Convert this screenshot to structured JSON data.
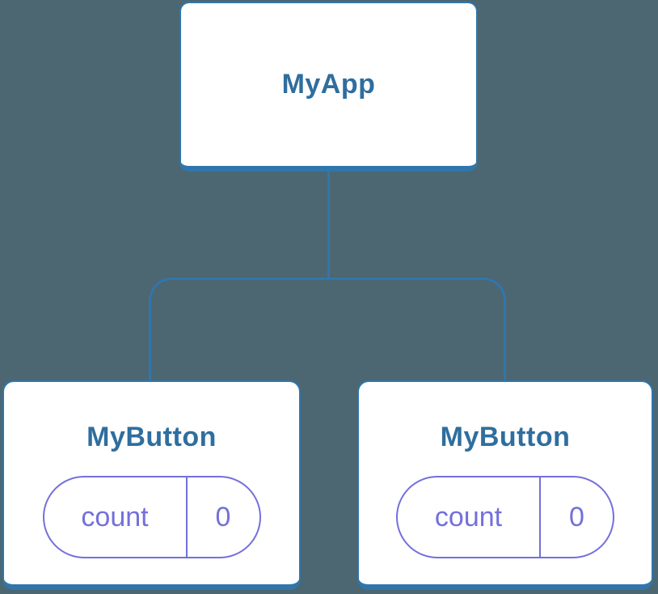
{
  "diagram": {
    "type": "component-tree",
    "root": {
      "label": "MyApp"
    },
    "children": [
      {
        "label": "MyButton",
        "state": {
          "key": "count",
          "value": "0"
        }
      },
      {
        "label": "MyButton",
        "state": {
          "key": "count",
          "value": "0"
        }
      }
    ]
  },
  "colors": {
    "bg": "#4C6771",
    "node_bg": "#FFFFFF",
    "line": "#3076AC",
    "title": "#2F6E9E",
    "purple": "#7370DC"
  }
}
